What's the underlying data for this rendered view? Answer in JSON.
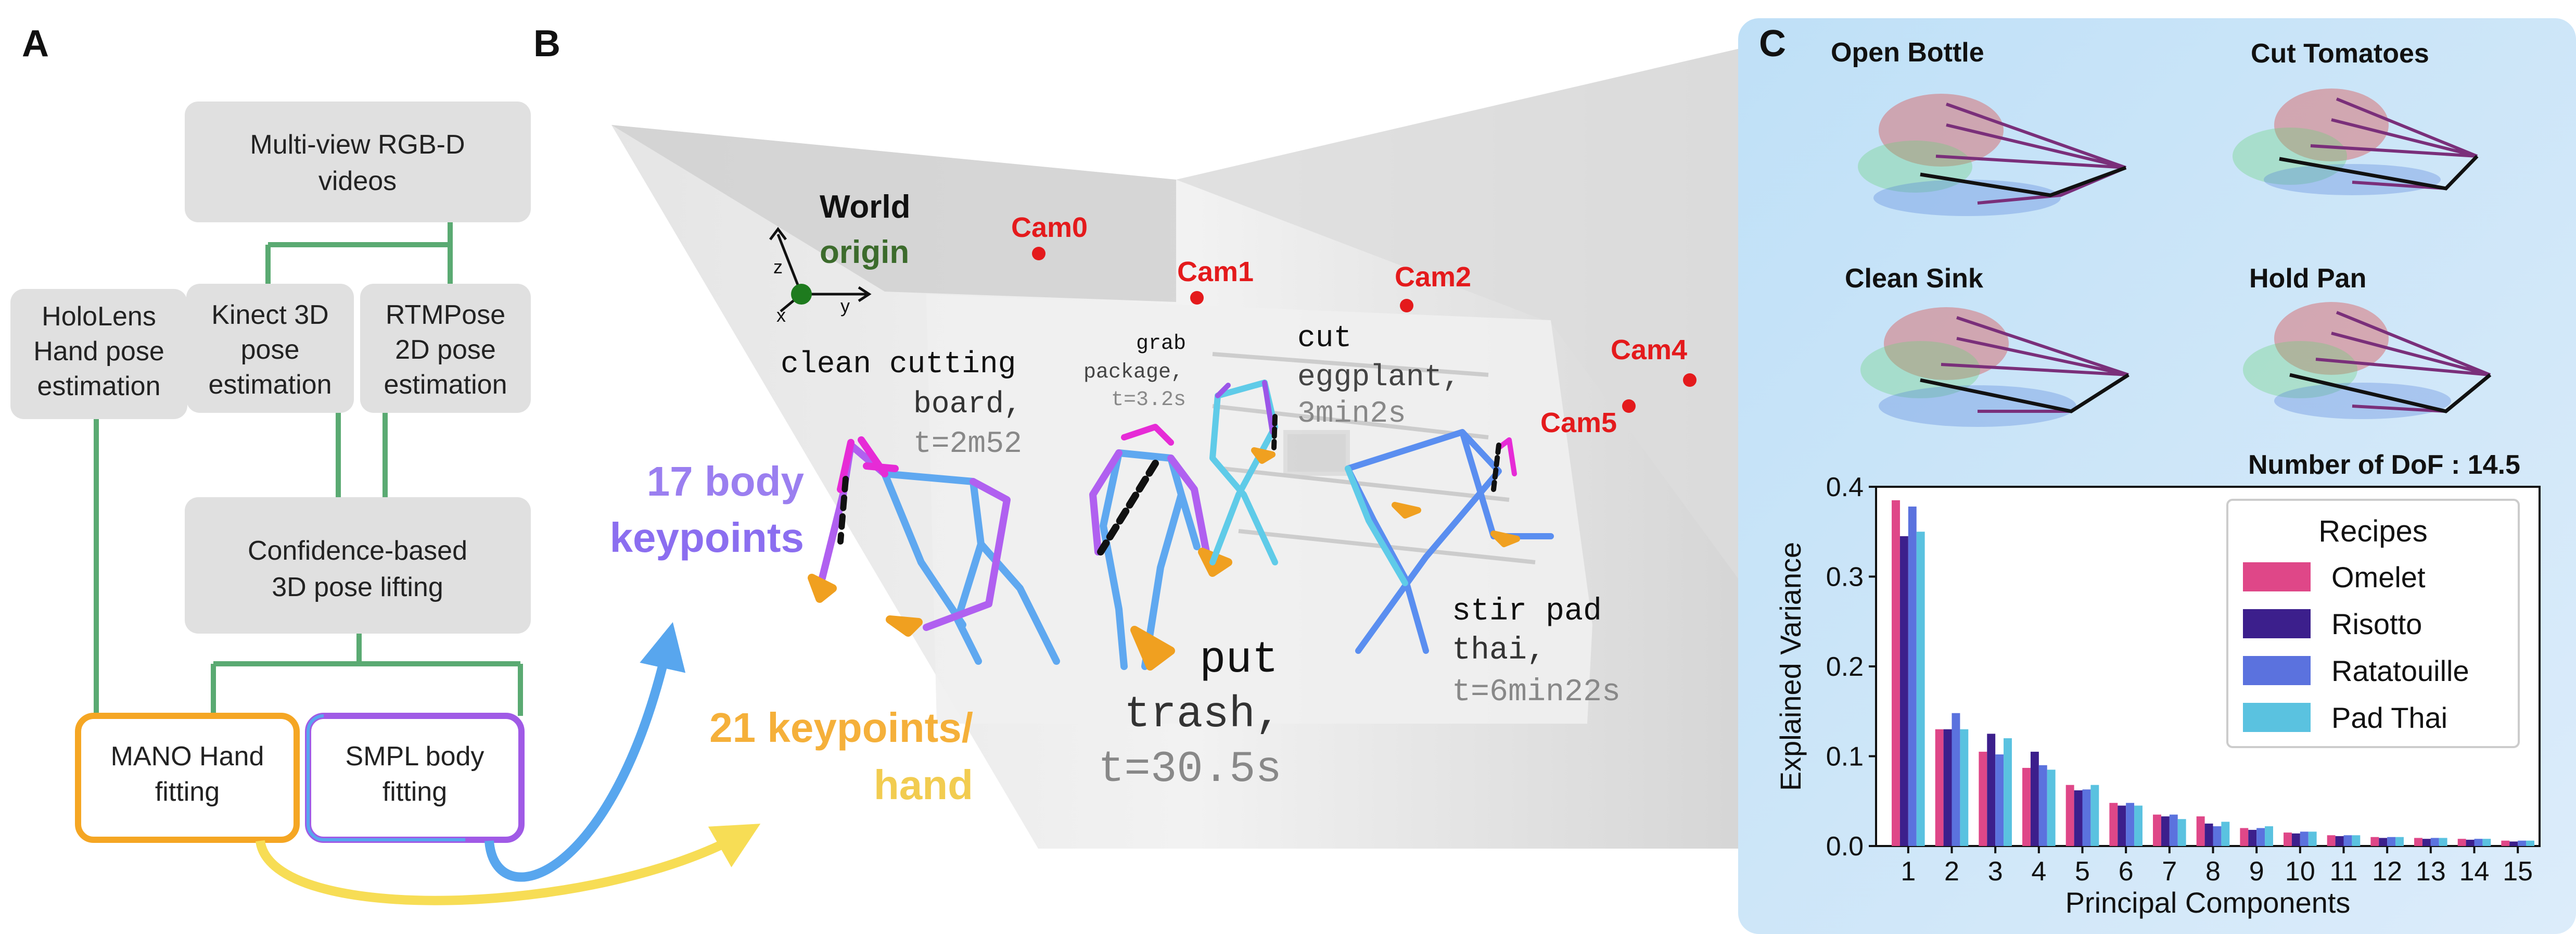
{
  "panels": {
    "a": "A",
    "b": "B",
    "c": "C"
  },
  "panel_a": {
    "multiview": [
      "Multi-view RGB-D",
      "videos"
    ],
    "holo": [
      "HoloLens",
      "Hand pose",
      "estimation"
    ],
    "kinect": [
      "Kinect 3D",
      "pose",
      "estimation"
    ],
    "rtm": [
      "RTMPose",
      "2D pose",
      "estimation"
    ],
    "lift": [
      "Confidence-based",
      "3D pose lifting"
    ],
    "mano": [
      "MANO Hand",
      "fitting"
    ],
    "smpl": [
      "SMPL body",
      "fitting"
    ]
  },
  "panel_b": {
    "world": [
      "World",
      "origin"
    ],
    "axes": {
      "z": "z",
      "y": "y",
      "x": "x"
    },
    "cams": [
      "Cam0",
      "Cam1",
      "Cam2",
      "Cam4",
      "Cam5"
    ],
    "body_kp": [
      "17 body",
      "keypoints"
    ],
    "hand_kp": [
      "21 keypoints/",
      "hand"
    ],
    "act1": [
      "clean cutting",
      "board,",
      "t=2m52"
    ],
    "act2": [
      "grab",
      "package,",
      "t=3.2s"
    ],
    "act3": [
      "cut",
      "eggplant,",
      "3min2s"
    ],
    "act4": [
      "put",
      "trash,",
      "t=30.5s"
    ],
    "act5": [
      "stir pad",
      "thai,",
      "t=6min22s"
    ]
  },
  "panel_c": {
    "tasks": [
      "Open Bottle",
      "Cut Tomatoes",
      "Clean Sink",
      "Hold Pan"
    ],
    "dof": "Number of DoF : 14.5"
  },
  "colors": {
    "omelet": "#df4788",
    "risotto": "#3c1f8c",
    "ratatouille": "#5b72de",
    "padthai": "#5ac2e0",
    "green": "#5aaa72",
    "cam": "#e41a1c",
    "orange": "#f5a623",
    "purple": "#a05ae6",
    "blue": "#58a6ee",
    "yellow": "#f7dd55"
  },
  "chart_data": {
    "type": "bar",
    "categories": [
      "1",
      "2",
      "3",
      "4",
      "5",
      "6",
      "7",
      "8",
      "9",
      "10",
      "11",
      "12",
      "13",
      "14",
      "15"
    ],
    "series": [
      {
        "name": "Omelet",
        "values": [
          0.385,
          0.13,
          0.105,
          0.087,
          0.068,
          0.048,
          0.035,
          0.033,
          0.02,
          0.015,
          0.012,
          0.01,
          0.009,
          0.008,
          0.006
        ]
      },
      {
        "name": "Risotto",
        "values": [
          0.345,
          0.13,
          0.125,
          0.105,
          0.062,
          0.045,
          0.033,
          0.025,
          0.018,
          0.014,
          0.011,
          0.009,
          0.008,
          0.007,
          0.005
        ]
      },
      {
        "name": "Ratatouille",
        "values": [
          0.378,
          0.148,
          0.102,
          0.09,
          0.063,
          0.048,
          0.035,
          0.022,
          0.02,
          0.016,
          0.012,
          0.01,
          0.009,
          0.008,
          0.006
        ]
      },
      {
        "name": "Pad Thai",
        "values": [
          0.35,
          0.13,
          0.12,
          0.085,
          0.068,
          0.045,
          0.03,
          0.027,
          0.022,
          0.016,
          0.012,
          0.01,
          0.009,
          0.008,
          0.006
        ]
      }
    ],
    "xlabel": "Principal Components",
    "ylabel": "Explained Variance",
    "ylim": [
      0,
      0.4
    ],
    "yticks": [
      "0.0",
      "0.1",
      "0.2",
      "0.3",
      "0.4"
    ],
    "legend_title": "Recipes",
    "legend_position": "top-right",
    "grid": false
  }
}
